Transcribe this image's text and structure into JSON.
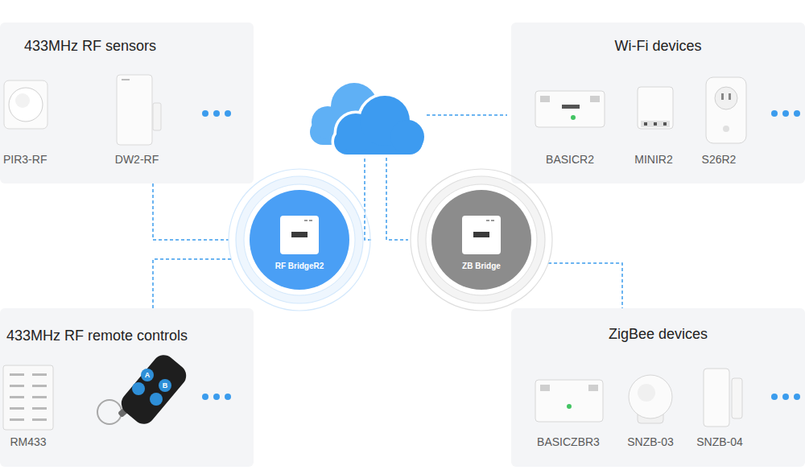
{
  "diagram": {
    "nodes": [
      {
        "text": [
          "433MHz RF sensors"
        ]
      },
      {
        "text": [
          "Wi-Fi devices"
        ]
      },
      {
        "text": [
          "RF BridgeR2"
        ]
      },
      {
        "text": [
          "ZB Bridge"
        ]
      },
      {
        "text": [
          "433MHz RF remote controls"
        ]
      },
      {
        "text": [
          "ZigBee devices"
        ]
      }
    ],
    "edges": [
      {
        "from": 0,
        "to": 2,
        "arrow": "none"
      },
      {
        "from": 4,
        "to": 2,
        "arrow": "none"
      },
      {
        "from": 3,
        "to": 5,
        "arrow": "none"
      }
    ],
    "labels": [
      "PIR3-RF",
      "DW2-RF",
      "BASICR2",
      "MINIR2",
      "S26R2",
      "RM433",
      "A",
      "B",
      "BASICZBR3",
      "SNZB-03",
      "SNZB-04"
    ]
  }
}
